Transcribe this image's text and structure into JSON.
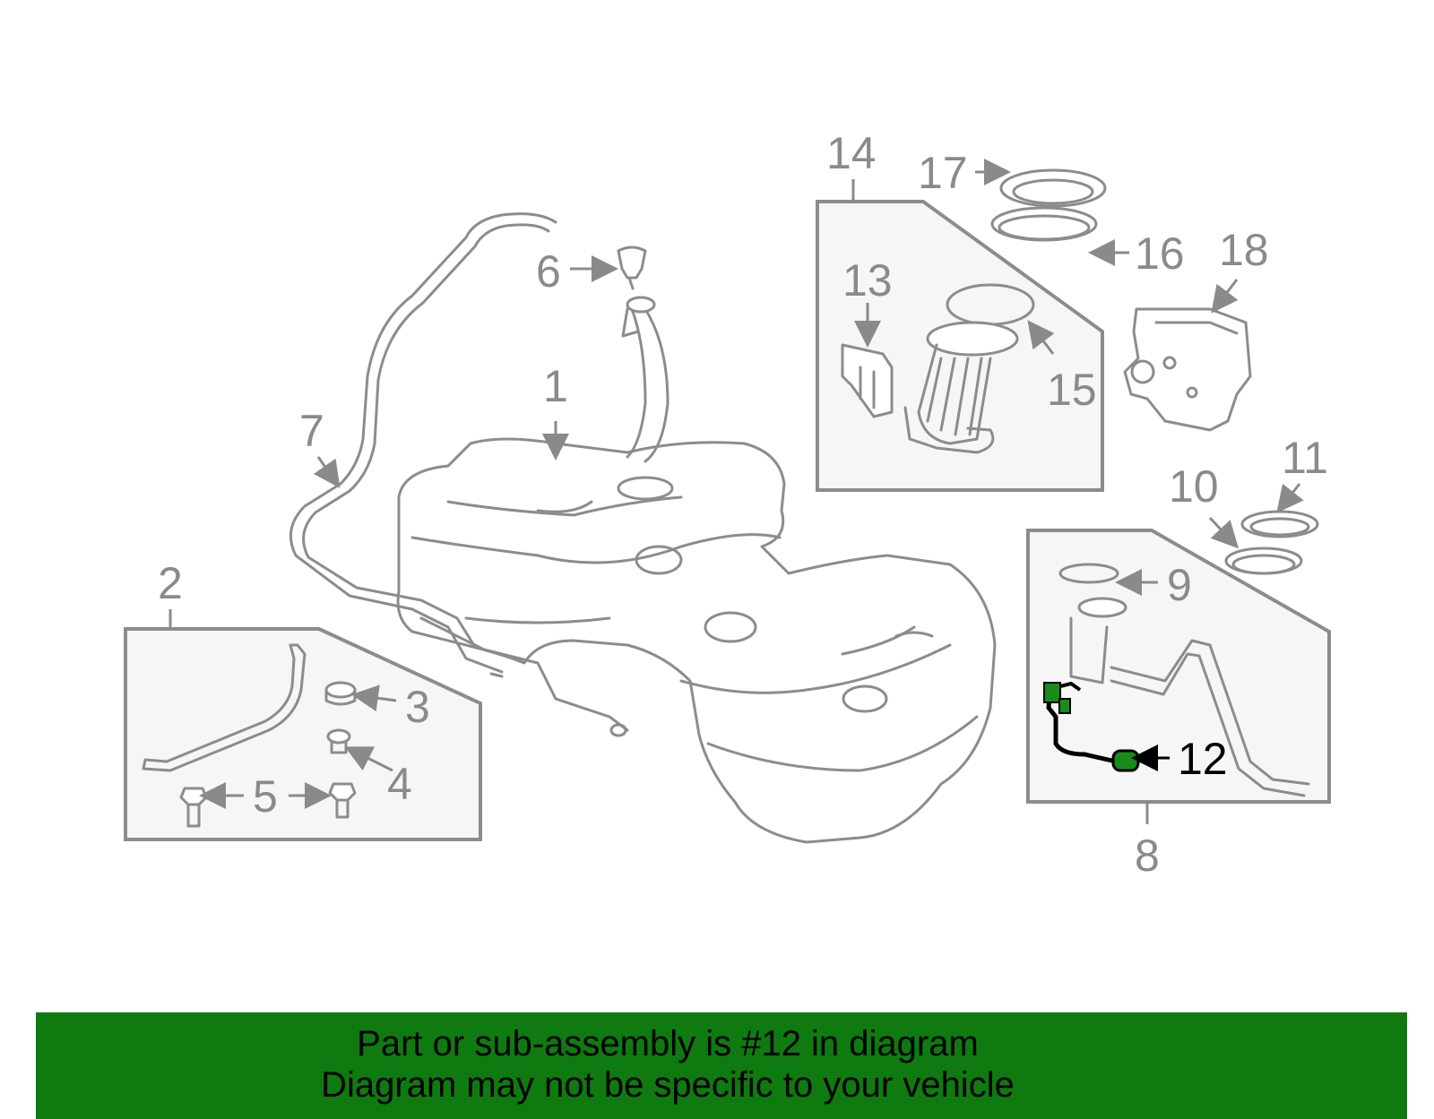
{
  "diagram": {
    "highlight_part": "12",
    "highlight_color": "#1a8a1a",
    "line_color": "#8c8c8c",
    "callouts": [
      "1",
      "2",
      "3",
      "4",
      "5",
      "6",
      "7",
      "8",
      "9",
      "10",
      "11",
      "12",
      "13",
      "14",
      "15",
      "16",
      "17",
      "18"
    ]
  },
  "banner": {
    "line1": "Part or sub-assembly is #12 in diagram",
    "line2": "Diagram may not be specific to your vehicle",
    "background": "#0f7a10"
  }
}
